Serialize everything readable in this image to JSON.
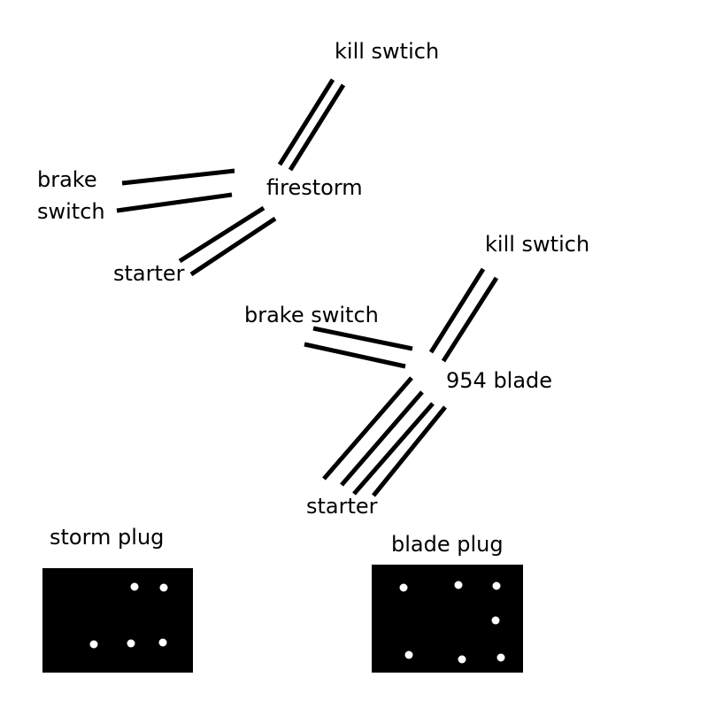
{
  "firestorm": {
    "center_label": "firestorm",
    "kill_switch_label": "kill swtich",
    "brake_switch_label_line1": "brake",
    "brake_switch_label_line2": "switch",
    "starter_label": "starter"
  },
  "blade": {
    "center_label": "954 blade",
    "kill_switch_label": "kill swtich",
    "brake_switch_label": "brake switch",
    "starter_label": "starter"
  },
  "plugs": {
    "storm_plug_label": "storm plug",
    "storm_plug_pin_count": 5,
    "blade_plug_label": "blade plug",
    "blade_plug_pin_count": 7
  }
}
